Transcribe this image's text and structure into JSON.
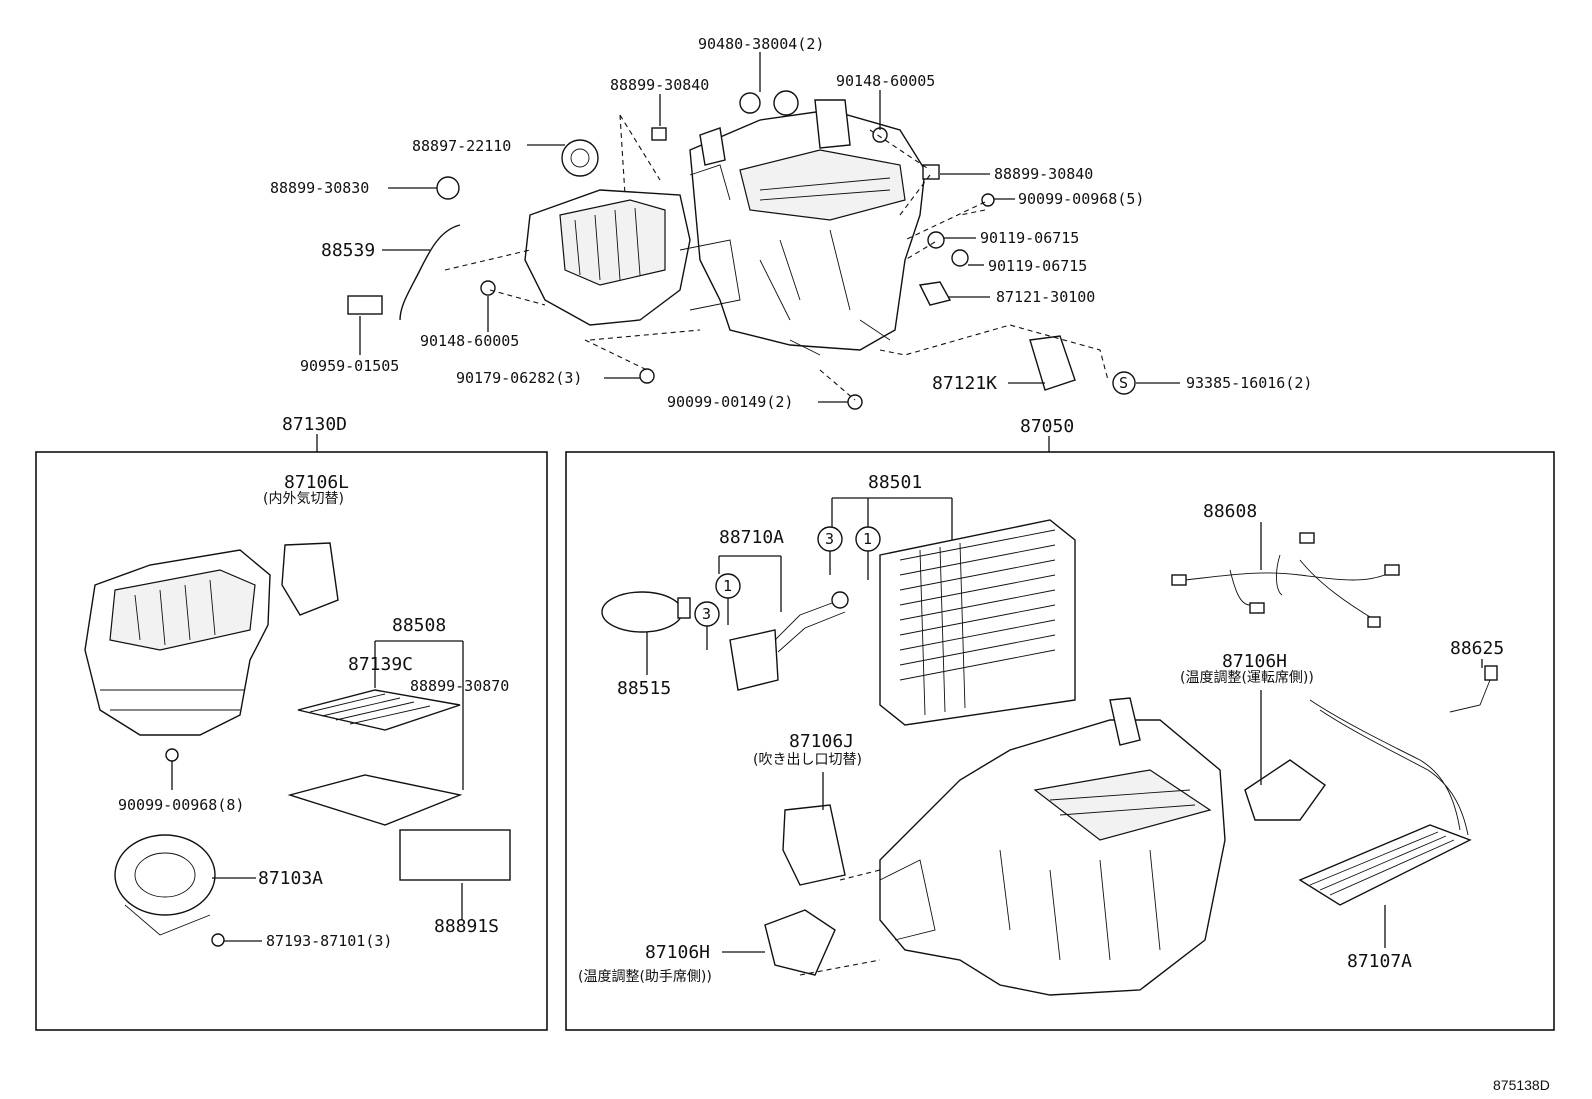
{
  "diagram": {
    "ref_code": "875138D",
    "top_group": {
      "parts": {
        "p_90480_38004": "90480-38004(2)",
        "p_88899_30840_a": "88899-30840",
        "p_90148_60005_a": "90148-60005",
        "p_88897_22110": "88897-22110",
        "p_88899_30830": "88899-30830",
        "p_88899_30840_b": "88899-30840",
        "p_90099_00968_5": "90099-00968(5)",
        "p_88539": "88539",
        "p_90119_06715_a": "90119-06715",
        "p_90119_06715_b": "90119-06715",
        "p_87121_30100": "87121-30100",
        "p_90148_60005_b": "90148-60005",
        "p_90959_01505": "90959-01505",
        "p_90179_06282": "90179-06282(3)",
        "p_90099_00149": "90099-00149(2)",
        "p_87121K": "87121K",
        "p_S_symbol": "S",
        "p_93385_16016": "93385-16016(2)"
      }
    },
    "left_box": {
      "title": "87130D",
      "parts": {
        "p_87106L": "87106L",
        "p_87106L_note": "(内外気切替)",
        "p_88508": "88508",
        "p_87139C": "87139C",
        "p_88899_30870": "88899-30870",
        "p_90099_00968_8": "90099-00968(8)",
        "p_87103A": "87103A",
        "p_87193_87101": "87193-87101(3)",
        "p_88891S": "88891S"
      }
    },
    "right_box": {
      "title": "87050",
      "parts": {
        "p_88501": "88501",
        "p_88710A": "88710A",
        "p_circle3_a": "3",
        "p_circle1_a": "1",
        "p_circle3_b": "3",
        "p_circle1_b": "1",
        "p_88515": "88515",
        "p_88608": "88608",
        "p_87106H_a": "87106H",
        "p_87106H_a_note": "(温度調整(運転席側))",
        "p_88625": "88625",
        "p_87106J": "87106J",
        "p_87106J_note": "(吹き出し口切替)",
        "p_87106H_b": "87106H",
        "p_87106H_b_note": "(温度調整(助手席側))",
        "p_87107A": "87107A"
      }
    }
  }
}
